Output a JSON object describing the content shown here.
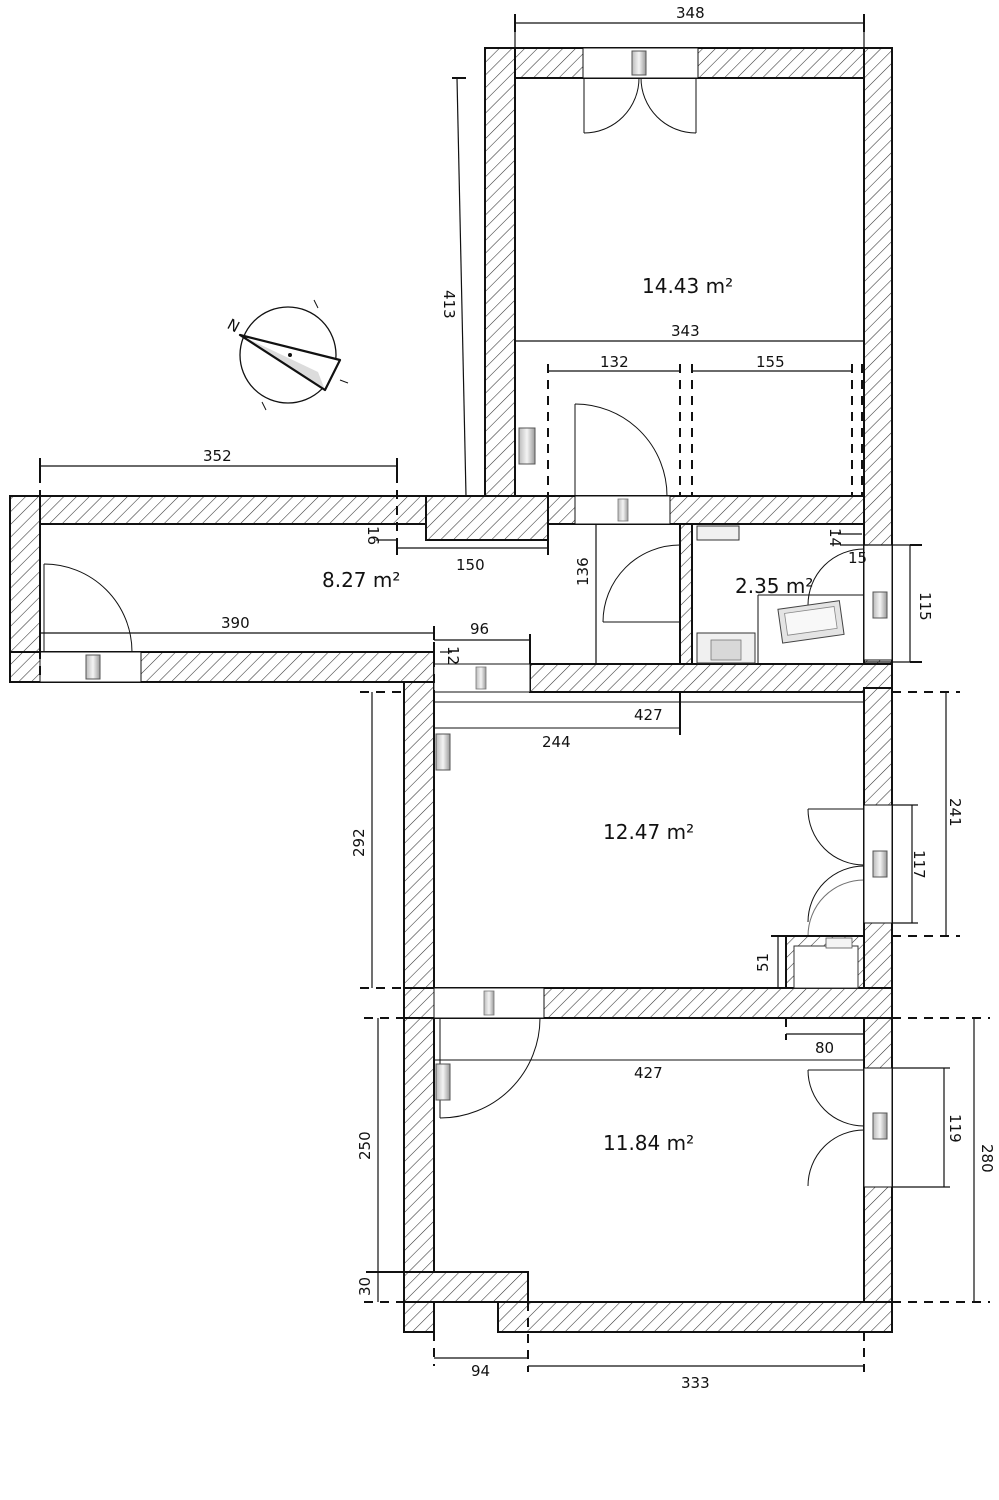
{
  "rooms": [
    {
      "id": "room-top",
      "area": "14.43 m²"
    },
    {
      "id": "hallway",
      "area": "8.27 m²"
    },
    {
      "id": "bathroom",
      "area": "2.35 m²"
    },
    {
      "id": "room-middle",
      "area": "12.47 m²"
    },
    {
      "id": "room-bottom",
      "area": "11.84 m²"
    }
  ],
  "dimensions": {
    "top_width": "348",
    "top_height": "413",
    "top_inner_width": "343",
    "closet_left": "132",
    "closet_right": "155",
    "hall_length": "352",
    "hall_wall_16": "16",
    "hall_segment_150": "150",
    "hall_bottom_390": "390",
    "hall_96": "96",
    "hall_12": "12",
    "vestibule_136": "136",
    "bath_14": "14",
    "bath_15": "15",
    "bath_115": "115",
    "mid_427": "427",
    "mid_244": "244",
    "mid_292": "292",
    "mid_241": "241",
    "mid_117": "117",
    "mid_51": "51",
    "mid_80": "80",
    "bot_427": "427",
    "bot_250": "250",
    "bot_30": "30",
    "bot_119": "119",
    "bot_280": "280",
    "bot_94": "94",
    "bot_333": "333"
  },
  "compass": {
    "label": "N",
    "icon": "north-arrow-icon"
  },
  "colors": {
    "line": "#111111",
    "background": "#ffffff",
    "fixture": "#d9d9d9"
  }
}
